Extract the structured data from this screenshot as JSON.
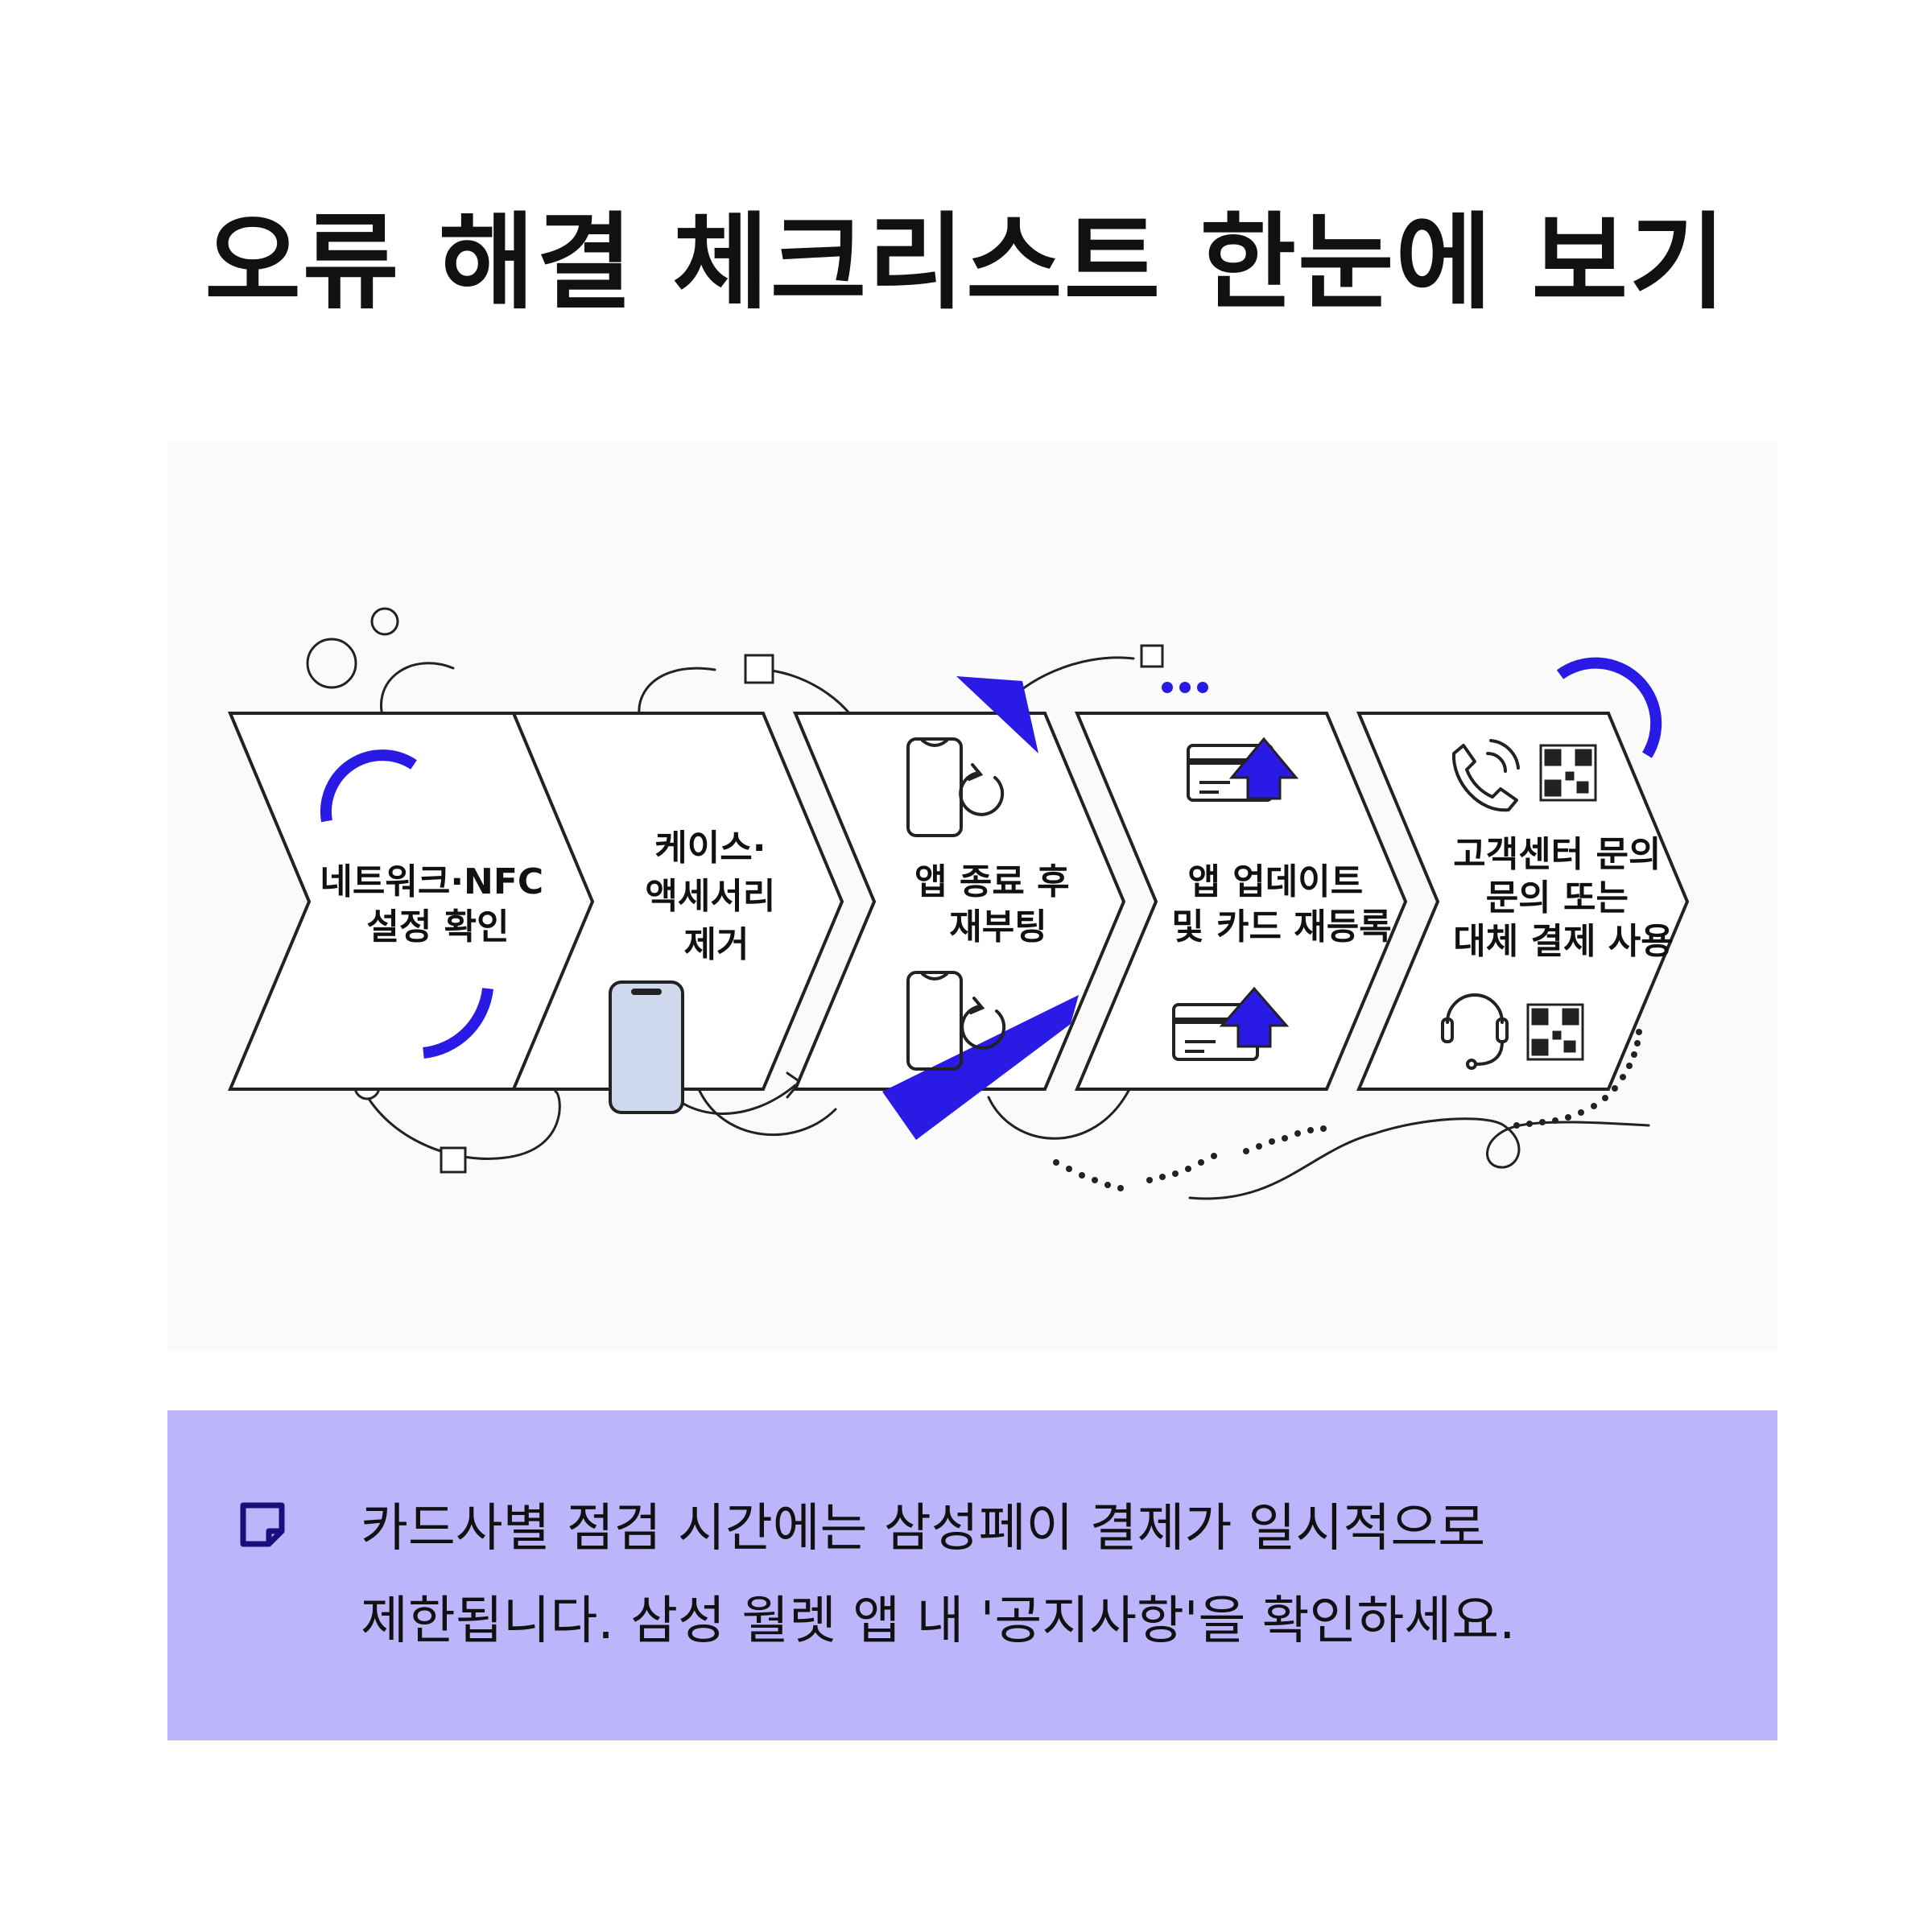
{
  "title": "오류 해결 체크리스트 한눈에 보기",
  "steps": [
    {
      "lines": [
        "네트워크·NFC",
        "설정 확인"
      ]
    },
    {
      "lines": [
        "케이스·",
        "액세서리",
        "제거"
      ]
    },
    {
      "lines": [
        "앱 종료 후",
        "재부팅"
      ]
    },
    {
      "lines": [
        "앱 업데이트",
        "및 카드 재등록"
      ]
    },
    {
      "lines": [
        "고객센터 문의",
        "문의 또는",
        "대체 결제 사용"
      ]
    }
  ],
  "icons": {
    "step1": [
      "wifi-arc-icon"
    ],
    "step2": [
      "smartphone-icon"
    ],
    "step3": [
      "smartphone-icon",
      "restart-icon"
    ],
    "step4": [
      "credit-card-icon",
      "upload-arrow-icon"
    ],
    "step5": [
      "phone-call-icon",
      "headset-icon",
      "qr-code-icon"
    ]
  },
  "note": {
    "icon": "sticky-note-icon",
    "text": "카드사별 점검 시간에는 삼성페이 결제가 일시적으로 제한됩니다. 삼성 월렛 앱 내 '공지사항'을 확인하세요."
  },
  "colors": {
    "accent": "#2a1ae6",
    "note_background": "#bdb5fb",
    "phone_fill": "#cfd9ee",
    "text": "#111111"
  }
}
